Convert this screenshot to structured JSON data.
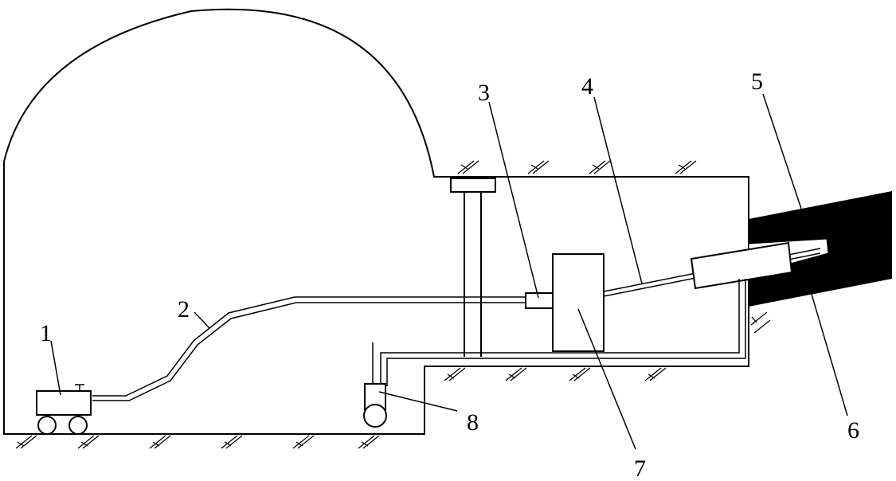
{
  "labels": {
    "l1": "1",
    "l2": "2",
    "l3": "3",
    "l4": "4",
    "l5": "5",
    "l6": "6",
    "l7": "7",
    "l8": "8"
  },
  "colors": {
    "line": "#000000",
    "rock": "#000000",
    "background": "#ffffff"
  }
}
